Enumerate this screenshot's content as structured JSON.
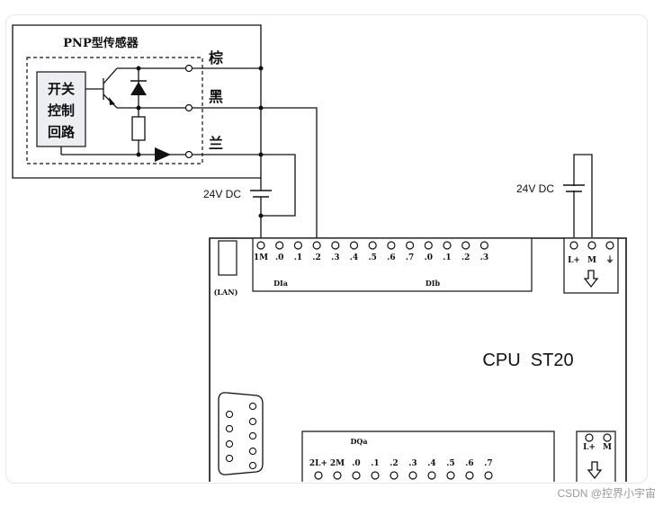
{
  "sensor": {
    "title": "PNP型传感器",
    "switch_lines": [
      "开关",
      "控制",
      "回路"
    ],
    "wire_brown": "棕",
    "wire_black": "黑",
    "wire_blue": "兰"
  },
  "supply_left": "24V DC",
  "supply_right": "24V DC",
  "plc": {
    "lan": "(LAN)",
    "model": "CPU  ST20",
    "di_terms": [
      "1M",
      ".0",
      ".1",
      ".2",
      ".3",
      ".4",
      ".5",
      ".6",
      ".7",
      ".0",
      ".1",
      ".2",
      ".3"
    ],
    "di_group_a": "DIa",
    "di_group_b": "DIb",
    "pwr_terms": [
      "L+",
      "M",
      "⏚"
    ],
    "do_group": "DQa",
    "do_terms": [
      "2L+",
      "2M",
      ".0",
      ".1",
      ".2",
      ".3",
      ".4",
      ".5",
      ".6",
      ".7"
    ],
    "do_pwr_terms": [
      "L+",
      "M"
    ]
  },
  "watermark": "CSDN @控界小宇宙"
}
